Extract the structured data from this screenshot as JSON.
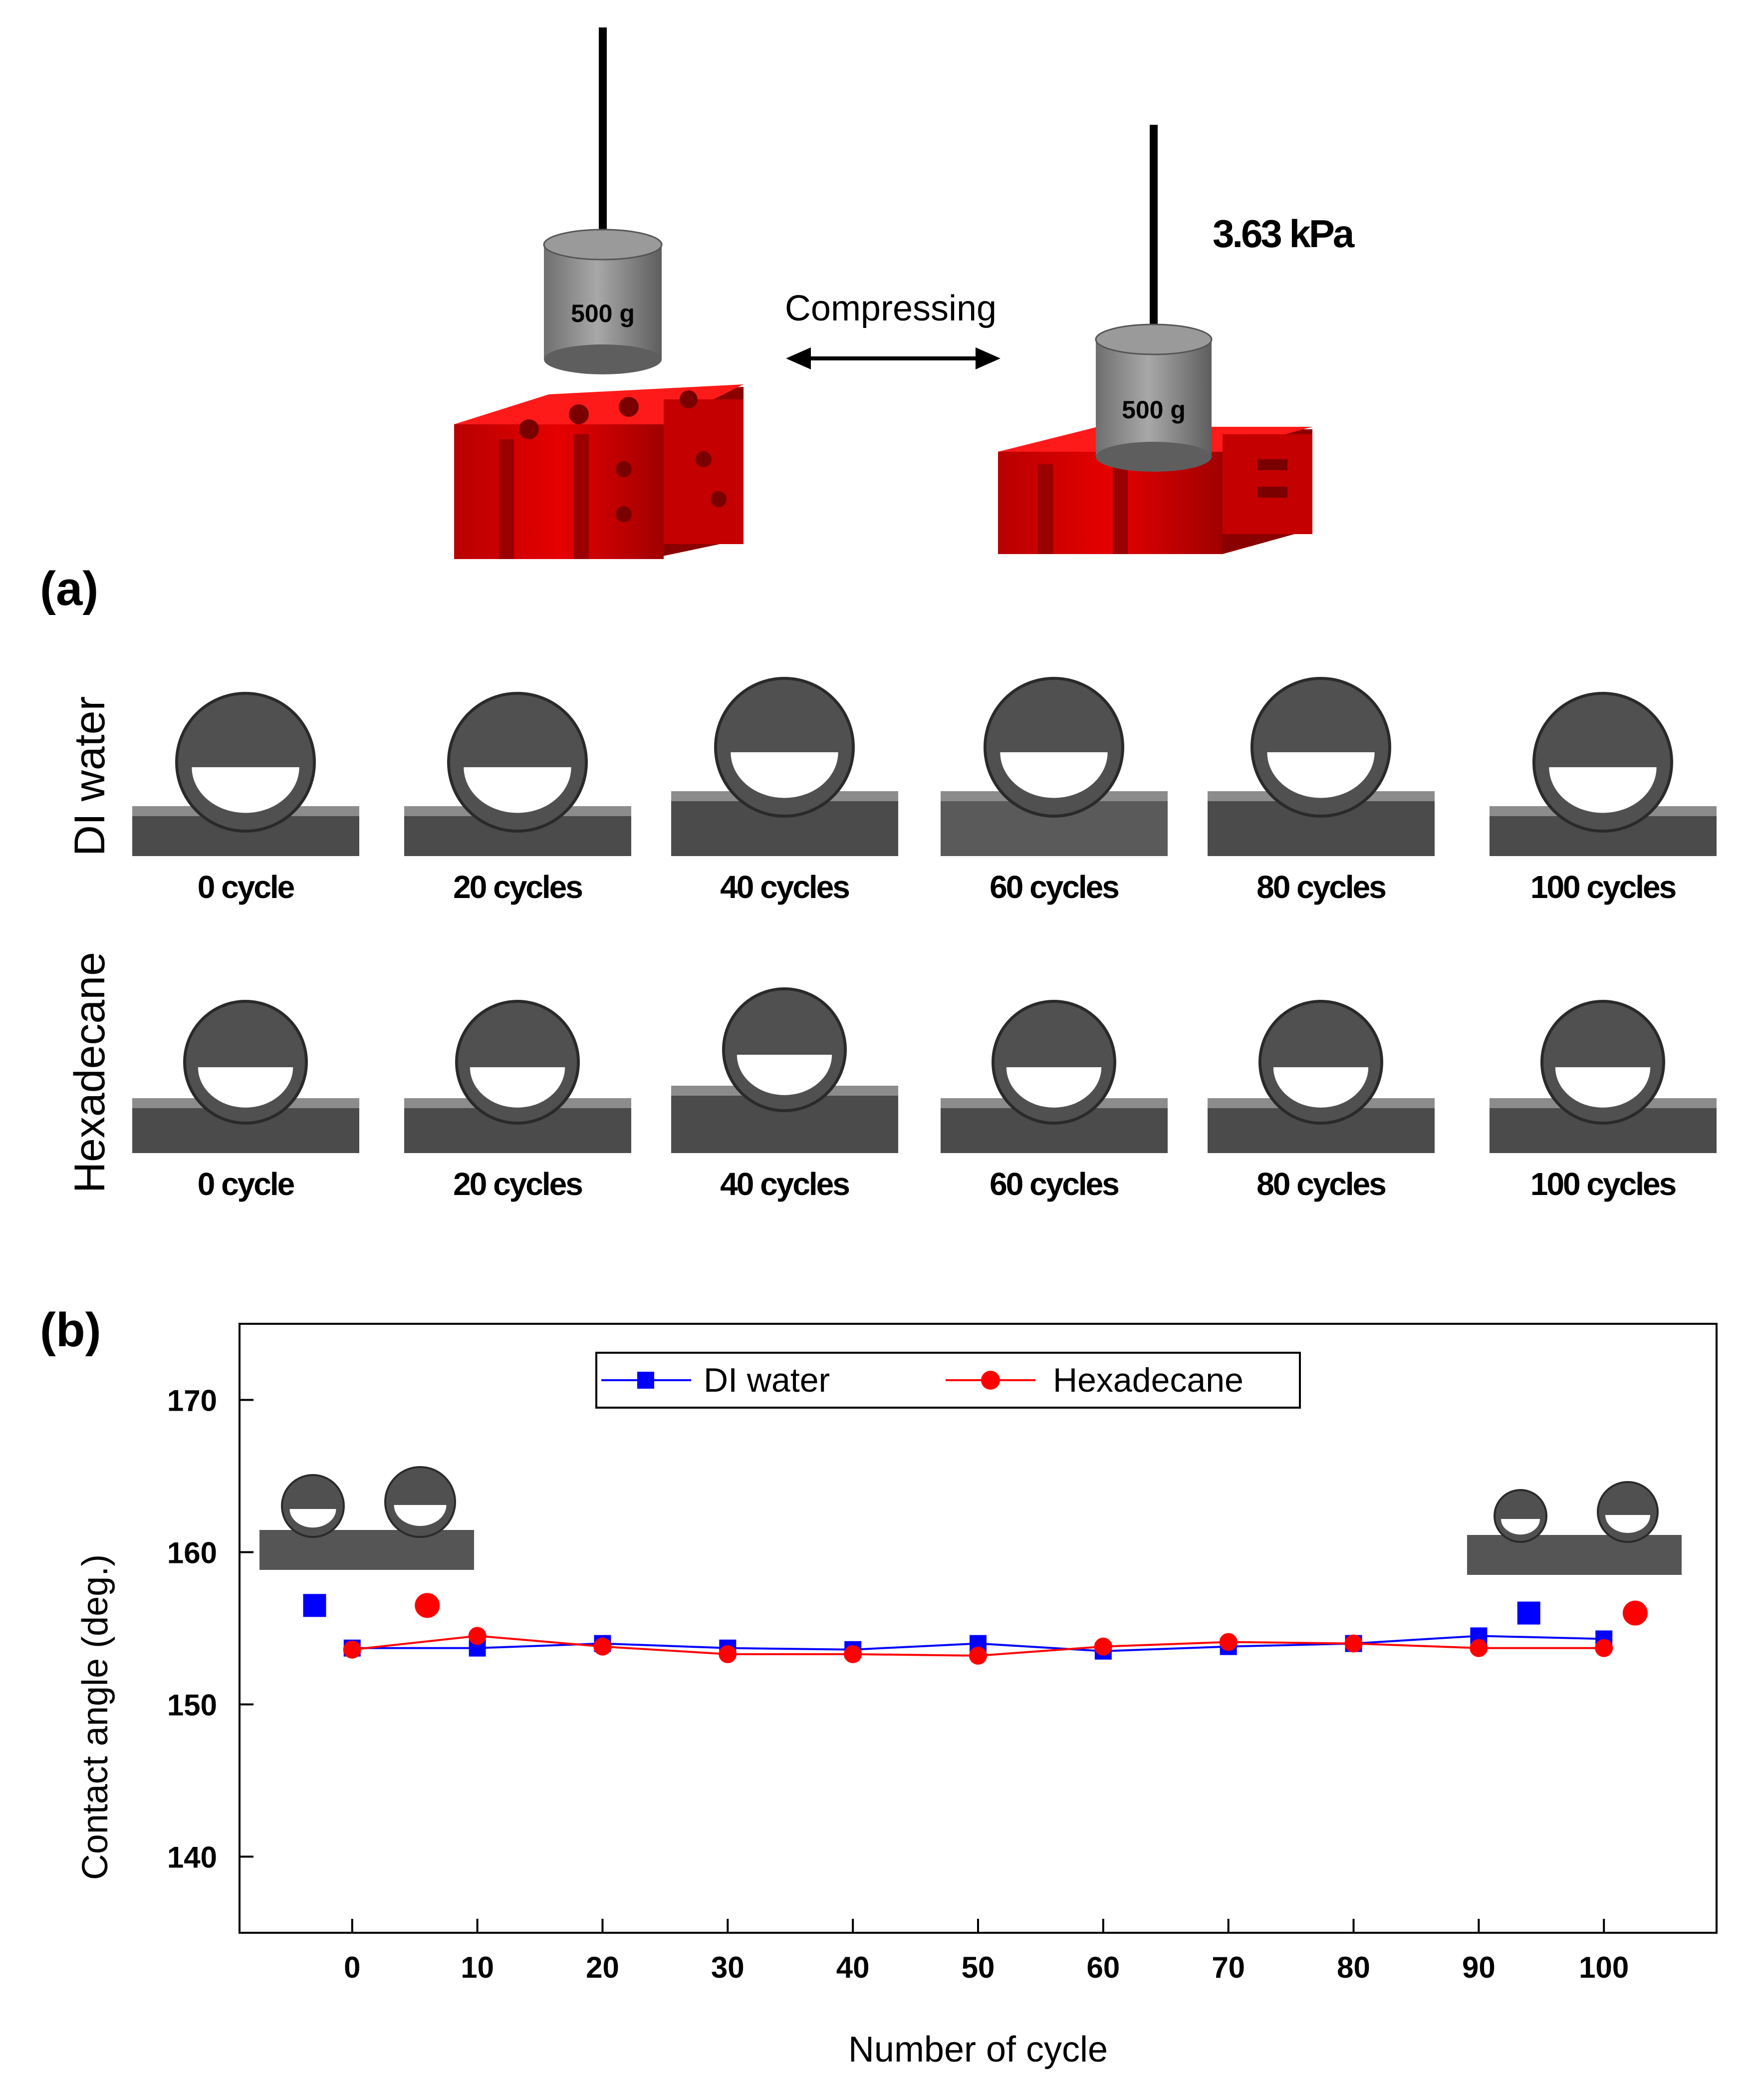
{
  "schematic": {
    "weight_label_left": "500 g",
    "weight_label_right": "500 g",
    "compress_label": "Compressing",
    "pressure_label": "3.63 kPa"
  },
  "panel_a": {
    "label": "(a)",
    "rows": [
      {
        "label": "DI water",
        "cycles": [
          "0 cycle",
          "20 cycles",
          "40 cycles",
          "60 cycles",
          "80 cycles",
          "100 cycles"
        ]
      },
      {
        "label": "Hexadecane",
        "cycles": [
          "0 cycle",
          "20 cycles",
          "40 cycles",
          "60 cycles",
          "80 cycles",
          "100 cycles"
        ]
      }
    ]
  },
  "panel_b": {
    "label": "(b)"
  },
  "chart_data": {
    "type": "line",
    "title": "",
    "xlabel": "Number of cycle",
    "ylabel": "Contact angle (deg.)",
    "xlim": [
      -9,
      109
    ],
    "ylim": [
      135,
      175
    ],
    "xticks": [
      0,
      10,
      20,
      30,
      40,
      50,
      60,
      70,
      80,
      90,
      100
    ],
    "yticks": [
      140,
      150,
      160,
      170
    ],
    "legend_position": "top-center",
    "x": [
      0,
      10,
      20,
      30,
      40,
      50,
      60,
      70,
      80,
      90,
      100
    ],
    "series": [
      {
        "name": "DI water",
        "color": "#0000ff",
        "marker": "square",
        "values": [
          153.7,
          153.7,
          154.0,
          153.7,
          153.6,
          154.0,
          153.5,
          153.8,
          154.0,
          154.5,
          154.3
        ]
      },
      {
        "name": "Hexadecane",
        "color": "#ff0000",
        "marker": "circle",
        "values": [
          153.6,
          154.5,
          153.8,
          153.3,
          153.3,
          153.2,
          153.8,
          154.1,
          154.0,
          153.7,
          153.7
        ]
      }
    ],
    "standalone_points": [
      {
        "series": "DI water",
        "x": -3,
        "y": 156.5
      },
      {
        "series": "Hexadecane",
        "x": 6,
        "y": 156.5
      },
      {
        "series": "DI water",
        "x": 94,
        "y": 156.0
      },
      {
        "series": "Hexadecane",
        "x": 102.5,
        "y": 156.0
      }
    ]
  }
}
